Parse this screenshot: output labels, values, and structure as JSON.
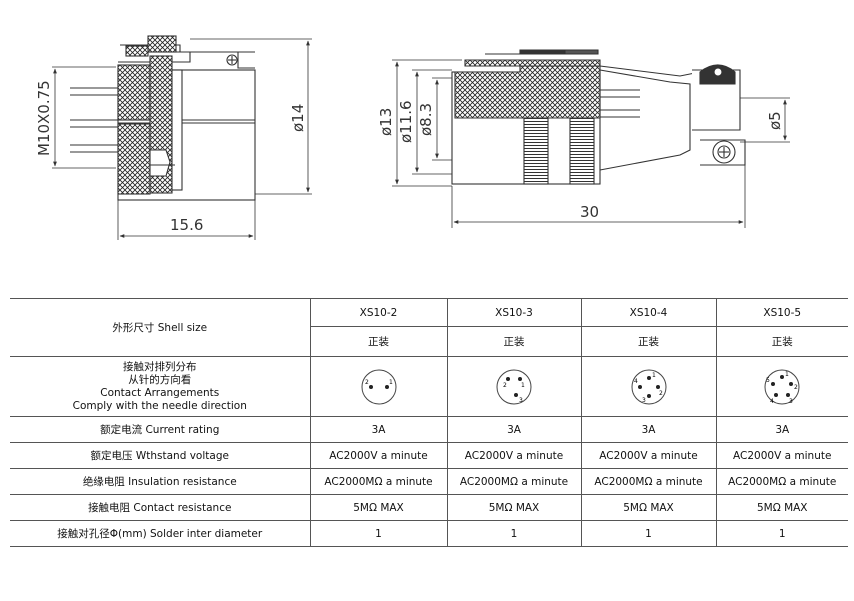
{
  "dimensions": {
    "thread": "M10X0.75",
    "length_left": "15.6",
    "dia14": "ø14",
    "dia13": "ø13",
    "dia11_6": "ø11.6",
    "dia8_3": "ø8.3",
    "length_30": "30",
    "dia5": "ø5"
  },
  "table": {
    "shell_label": "外形尺寸 Shell size",
    "models": [
      "XS10-2",
      "XS10-3",
      "XS10-4",
      "XS10-5"
    ],
    "mount": [
      "正装",
      "正装",
      "正装",
      "正装"
    ],
    "contact_label": [
      "接触对排列分布",
      "从针的方向看",
      "Contact Arrangements",
      "Comply with the needle direction"
    ],
    "pin_numbers": [
      [
        "1",
        "2"
      ],
      [
        "1",
        "2",
        "3"
      ],
      [
        "1",
        "2",
        "3",
        "4"
      ],
      [
        "1",
        "2",
        "3",
        "4",
        "5"
      ]
    ],
    "rows": [
      {
        "label": "额定电流 Current rating",
        "values": [
          "3A",
          "3A",
          "3A",
          "3A"
        ]
      },
      {
        "label": "额定电压 Wthstand voltage",
        "values": [
          "AC2000V a minute",
          "AC2000V a minute",
          "AC2000V a minute",
          "AC2000V a minute"
        ]
      },
      {
        "label": "绝缘电阻 Insulation resistance",
        "values": [
          "AC2000MΩ a minute",
          "AC2000MΩ a minute",
          "AC2000MΩ a minute",
          "AC2000MΩ a minute"
        ]
      },
      {
        "label": "接触电阻 Contact resistance",
        "values": [
          "5MΩ MAX",
          "5MΩ MAX",
          "5MΩ MAX",
          "5MΩ MAX"
        ]
      },
      {
        "label": "接触对孔径Φ(mm) Solder inter diameter",
        "values": [
          "1",
          "1",
          "1",
          "1"
        ]
      }
    ]
  }
}
